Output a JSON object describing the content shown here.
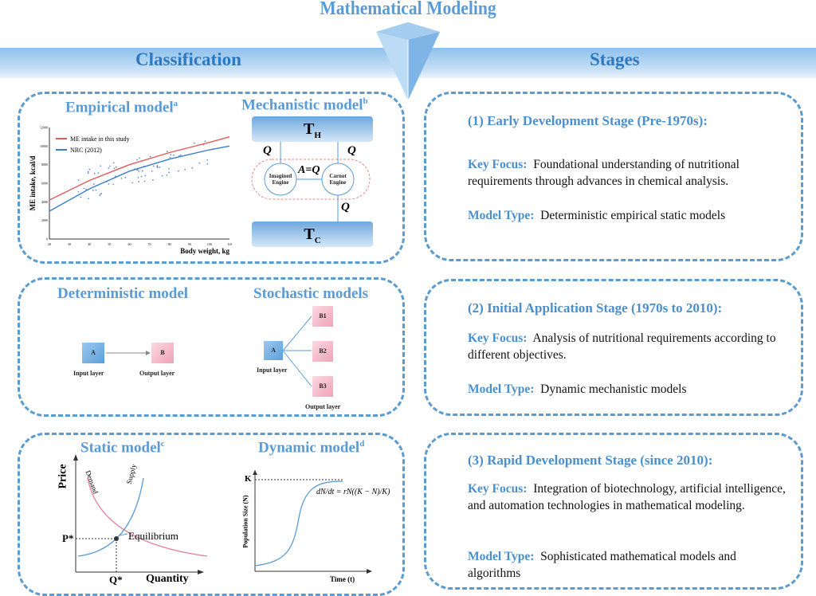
{
  "title": "Mathematical Modeling",
  "banner": {
    "left": "Classification",
    "right": "Stages"
  },
  "classification": {
    "empirical": {
      "title": "Empirical model",
      "sup": "a",
      "chart_data": {
        "type": "scatter",
        "ylabel": "ME intake, kcal/d",
        "xlabel": "Body weight, kg",
        "xlim": [
          20,
          110
        ],
        "ylim": [
          0,
          12000
        ],
        "xticks": [
          "20",
          "30",
          "40",
          "50",
          "60",
          "70",
          "80",
          "90",
          "100",
          "110"
        ],
        "yticks": [
          "0",
          "2000",
          "4000",
          "6000",
          "8000",
          "10000",
          "12000"
        ],
        "series": [
          {
            "name": "ME intake in this study",
            "color": "#e05a5a",
            "x": [
              20,
              40,
              60,
              80,
              100,
              110
            ],
            "y": [
              4200,
              6300,
              8000,
              9300,
              10400,
              11000
            ]
          },
          {
            "name": "NRC (2012)",
            "color": "#3a7ec8",
            "x": [
              20,
              40,
              60,
              80,
              100,
              110
            ],
            "y": [
              3000,
              5400,
              7300,
              8600,
              9600,
              10000
            ]
          }
        ]
      }
    },
    "mechanistic": {
      "title": "Mechanistic model",
      "sup": "b",
      "th": "T",
      "th_sub": "H",
      "tc": "T",
      "tc_sub": "C",
      "q": "Q",
      "aq": "A=Q",
      "engine1": "Imagined Engine",
      "engine2": "Carnot Engine"
    },
    "deterministic": {
      "title": "Deterministic model",
      "a": "A",
      "b": "B",
      "input": "Input layer",
      "output": "Output layer"
    },
    "stochastic": {
      "title": "Stochastic models",
      "a": "A",
      "b1": "B1",
      "b2": "B2",
      "b3": "B3",
      "input": "Input layer",
      "output": "Output layer"
    },
    "static": {
      "title": "Static model",
      "sup": "c",
      "price": "Price",
      "quantity": "Quantity",
      "demand": "Demand",
      "supply": "Supply",
      "p": "P*",
      "q": "Q*",
      "eq": "Equilibrium"
    },
    "dynamic": {
      "title": "Dynamic model",
      "sup": "d",
      "k": "K",
      "ylabel": "Population Size (N)",
      "xlabel": "Time (t)",
      "equation": "dN/dt = rN((K − N)/K)"
    }
  },
  "stages": [
    {
      "title": "(1) Early Development Stage (Pre-1970s):",
      "focus_label": "Key Focus:",
      "focus": "Foundational understanding of nutritional requirements through advances in chemical analysis.",
      "type_label": "Model Type:",
      "type": "Deterministic empirical static models"
    },
    {
      "title": "(2) Initial Application Stage (1970s to 2010):",
      "focus_label": "Key Focus:",
      "focus": "Analysis of nutritional requirements according to different objectives.",
      "type_label": "Model Type:",
      "type": "Dynamic mechanistic models"
    },
    {
      "title": "(3) Rapid Development Stage (since 2010):",
      "focus_label": "Key Focus:",
      "focus": "Integration of biotechnology, artificial intelligence, and automation technologies in mathematical modeling.",
      "type_label": "Model Type:",
      "type": "Sophisticated mathematical models and algorithms"
    }
  ]
}
